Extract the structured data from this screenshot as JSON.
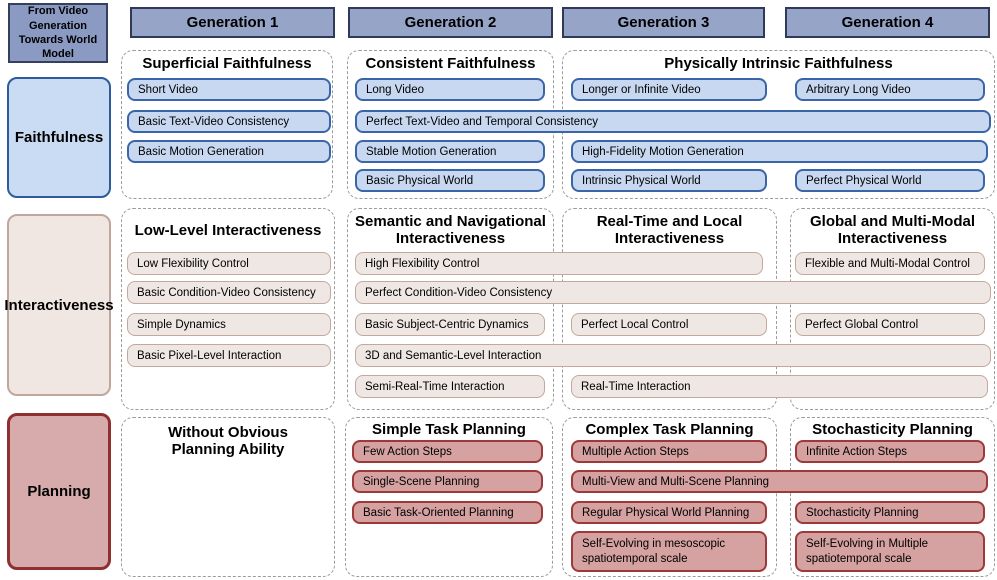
{
  "corner_title": "From Video Generation Towards World Model",
  "generations": [
    "Generation 1",
    "Generation 2",
    "Generation 3",
    "Generation 4"
  ],
  "colors": {
    "header_fill": "#95a4c7",
    "header_border": "#2f3a5a",
    "blue_fill": "#c7d8f0",
    "blue_border": "#3a66a8",
    "tan_fill": "#efe7e3",
    "tan_border": "#c4a89c",
    "red_fill": "#d5a1a1",
    "red_border": "#9e3939",
    "panel_dash": "#9c9c9c"
  },
  "rows": {
    "faithfulness": {
      "label": "Faithfulness",
      "titles": {
        "g1": "Superficial Faithfulness",
        "g2": "Consistent Faithfulness",
        "g34": "Physically Intrinsic Faithfulness"
      },
      "items": {
        "short_video": "Short Video",
        "basic_text_video": "Basic Text-Video Consistency",
        "basic_motion": "Basic Motion Generation",
        "long_video": "Long Video",
        "perfect_text_video": "Perfect Text-Video and Temporal Consistency",
        "stable_motion": "Stable Motion Generation",
        "basic_physical": "Basic Physical World",
        "longer_infinite": "Longer or Infinite Video",
        "high_fidelity_motion": "High-Fidelity Motion Generation",
        "intrinsic_physical": "Intrinsic Physical World",
        "arbitrary_long": "Arbitrary Long Video",
        "perfect_physical": "Perfect Physical World"
      }
    },
    "interactiveness": {
      "label": "Interactiveness",
      "titles": {
        "g1": "Low-Level Interactiveness",
        "g2": "Semantic and Navigational Interactiveness",
        "g3": "Real-Time and Local Interactiveness",
        "g4": "Global and Multi-Modal Interactiveness"
      },
      "items": {
        "low_flex": "Low Flexibility Control",
        "basic_cond_video": "Basic Condition-Video Consistency",
        "simple_dynamics": "Simple Dynamics",
        "basic_pixel": "Basic Pixel-Level Interaction",
        "high_flex": "High Flexibility Control",
        "perfect_cond_video": "Perfect Condition-Video Consistency",
        "basic_subject": "Basic Subject-Centric Dynamics",
        "threed_semantic": "3D and Semantic-Level Interaction",
        "semi_realtime": "Semi-Real-Time Interaction",
        "perfect_local": "Perfect Local Control",
        "realtime": "Real-Time Interaction",
        "flexible_multimodal": "Flexible and Multi-Modal Control",
        "perfect_global": "Perfect Global Control"
      }
    },
    "planning": {
      "label": "Planning",
      "titles": {
        "g1": "Without Obvious Planning Ability",
        "g2": "Simple Task Planning",
        "g3": "Complex Task Planning",
        "g4": "Stochasticity Planning"
      },
      "items": {
        "few_action": "Few Action Steps",
        "single_scene": "Single-Scene Planning",
        "basic_task": "Basic Task-Oriented Planning",
        "multiple_action": "Multiple Action Steps",
        "multi_view_scene": "Multi-View and Multi-Scene Planning",
        "regular_physical": "Regular Physical World Planning",
        "self_evolving_meso": "Self-Evolving in mesoscopic spatiotemporal scale",
        "infinite_action": "Infinite Action Steps",
        "stochasticity": "Stochasticity Planning",
        "self_evolving_multi": "Self-Evolving in Multiple spatiotemporal scale"
      }
    }
  }
}
